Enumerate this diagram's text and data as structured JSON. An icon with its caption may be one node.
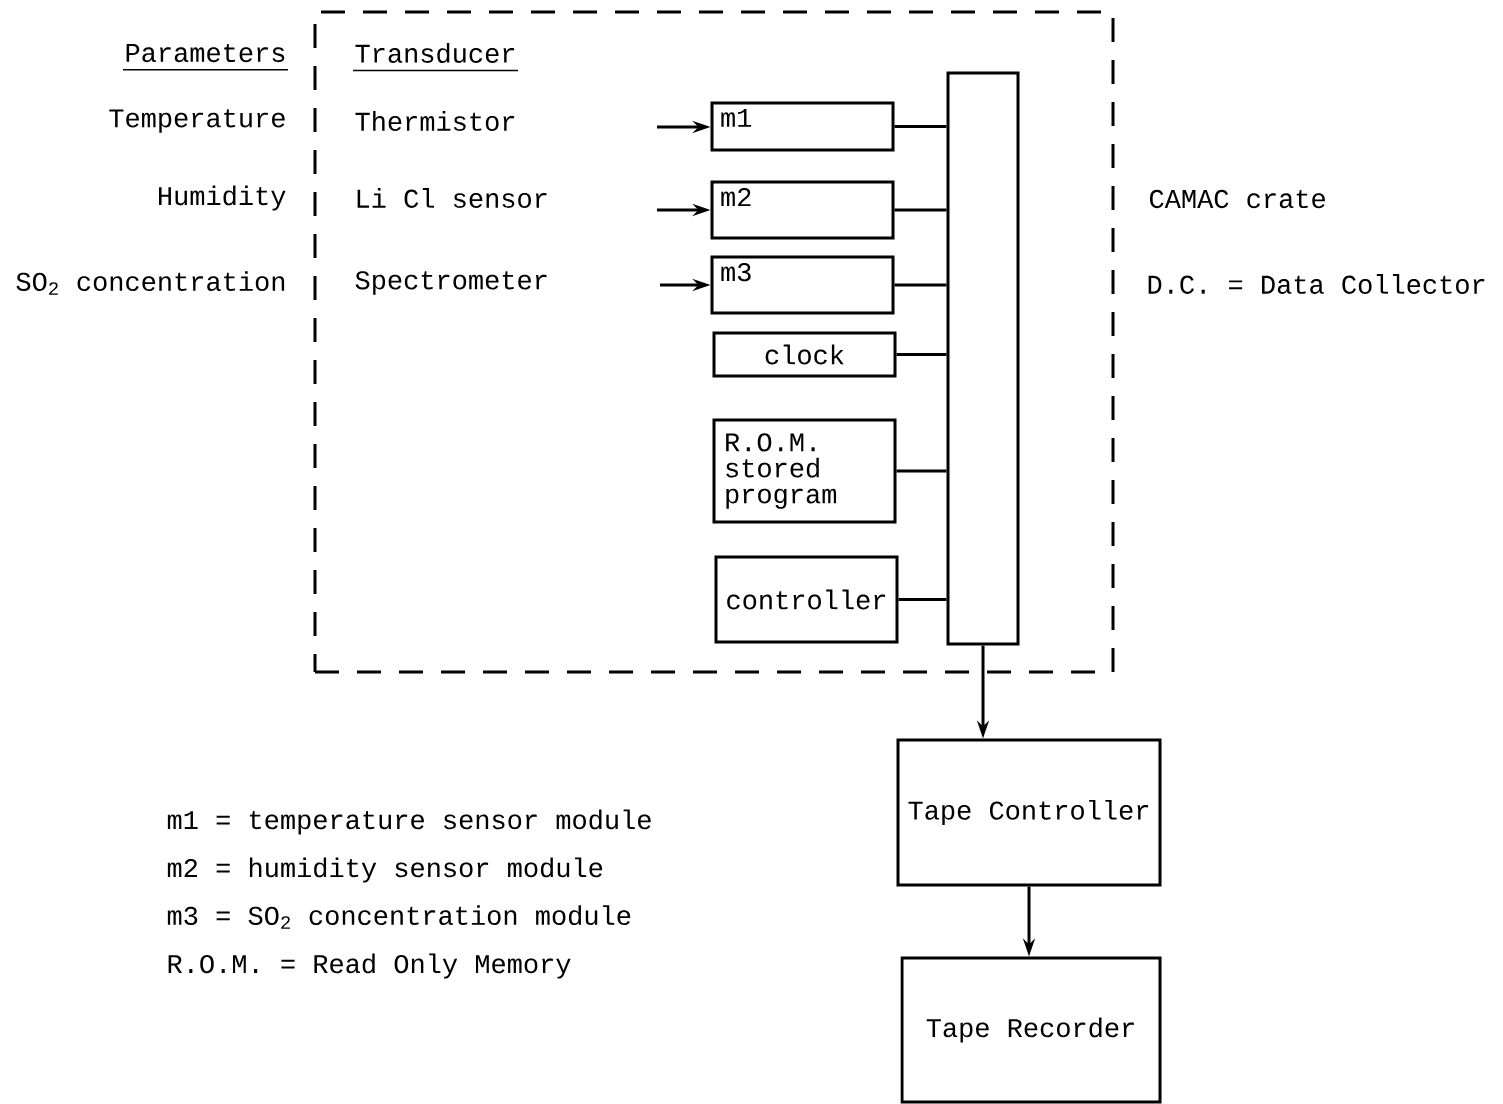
{
  "diagram": {
    "nodes": [
      {
        "text": [],
        "shape": "box",
        "beside": [
          "CAMAC crate"
        ]
      },
      {
        "text": [
          "m1"
        ],
        "in": 0
      },
      {
        "text": [
          "m2"
        ],
        "in": 0
      },
      {
        "text": [
          "m3"
        ],
        "in": 0
      },
      {
        "text": [
          "clock"
        ],
        "in": 0
      },
      {
        "text": [
          "R.O.M. stored program"
        ],
        "in": 0
      },
      {
        "text": [
          "controller"
        ],
        "in": 0
      },
      {
        "text": [],
        "shape": "bar",
        "in": 0
      },
      {
        "text": [
          "Tape Controller"
        ]
      },
      {
        "text": [
          "Tape Recorder"
        ]
      }
    ],
    "edges": [
      {
        "from": null,
        "to": 1,
        "arrow": "to"
      },
      {
        "from": null,
        "to": 2,
        "arrow": "to"
      },
      {
        "from": null,
        "to": 3,
        "arrow": "to"
      },
      {
        "from": 1,
        "to": 7,
        "arrow": "none"
      },
      {
        "from": 2,
        "to": 7,
        "arrow": "none"
      },
      {
        "from": 3,
        "to": 7,
        "arrow": "none"
      },
      {
        "from": 4,
        "to": 7,
        "arrow": "none"
      },
      {
        "from": 5,
        "to": 7,
        "arrow": "none"
      },
      {
        "from": 6,
        "to": 7,
        "arrow": "none"
      },
      {
        "from": 7,
        "to": 8,
        "arrow": "to"
      },
      {
        "from": 8,
        "to": 9,
        "arrow": "to"
      }
    ],
    "labels": [
      "Parameters",
      "Transducer",
      "Temperature",
      "Thermistor",
      "Humidity",
      "Li Cl sensor",
      "SO$_{2}$ concentration",
      "Spectrometer",
      "D.C. = Data Collector",
      "m1 = temperature sensor module",
      "m2 = humidity sensor module",
      "m3 = SO$_{2}$ concentration module",
      "R.O.M. = Read Only Memory"
    ]
  }
}
